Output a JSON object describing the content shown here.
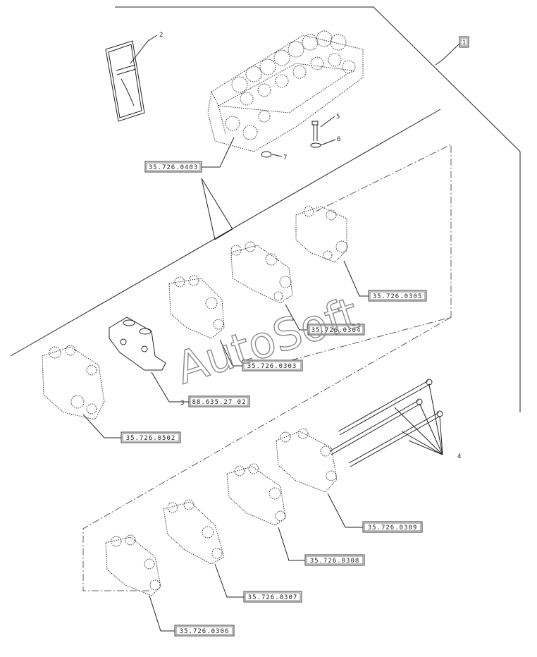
{
  "callouts": {
    "c0403": "35.726.0403",
    "c0305": "35.726.0305",
    "c0304": "35.726.0304",
    "c0303": "35.726.0303",
    "c0502": "35.726.0502",
    "c8863": "88.635.27 02",
    "c0309": "35.726.0309",
    "c0308": "35.726.0308",
    "c0307": "35.726.0307",
    "c0306": "35.726.0306"
  },
  "items": {
    "i1": "1",
    "i2": "2",
    "i3": "3",
    "i4": "4",
    "i5": "5",
    "i6": "6",
    "i7": "7"
  },
  "watermark": "AutoSoft"
}
